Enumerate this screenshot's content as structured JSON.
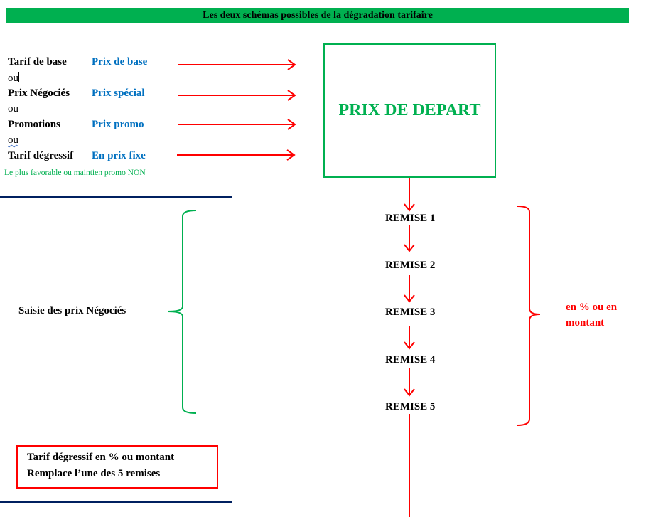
{
  "title": "Les deux schémas possibles de la dégradation tarifaire",
  "sources": [
    {
      "label": "Tarif de base",
      "price": "Prix de base"
    },
    {
      "label": "Prix Négociés",
      "price": "Prix spécial"
    },
    {
      "label": "Promotions",
      "price": "Prix promo"
    },
    {
      "label": "Tarif dégressif",
      "price": "En prix fixe"
    }
  ],
  "separator_word": "ou",
  "favorable_note": "Le plus favorable ou maintien promo NON",
  "start_box": "PRIX DE DEPART",
  "remises": [
    "REMISE 1",
    "REMISE 2",
    "REMISE 3",
    "REMISE 4",
    "REMISE 5"
  ],
  "remise_note_line1": "en % ou en",
  "remise_note_line2": "montant",
  "saisie_label": "Saisie des prix Négociés",
  "tarif_box": {
    "line1": "Tarif dégressif en % ou montant",
    "line2": "Remplace l’une des 5 remises"
  },
  "colors": {
    "green": "#00b050",
    "red": "#ff0000",
    "blue": "#0070c0",
    "navy": "#002060"
  }
}
